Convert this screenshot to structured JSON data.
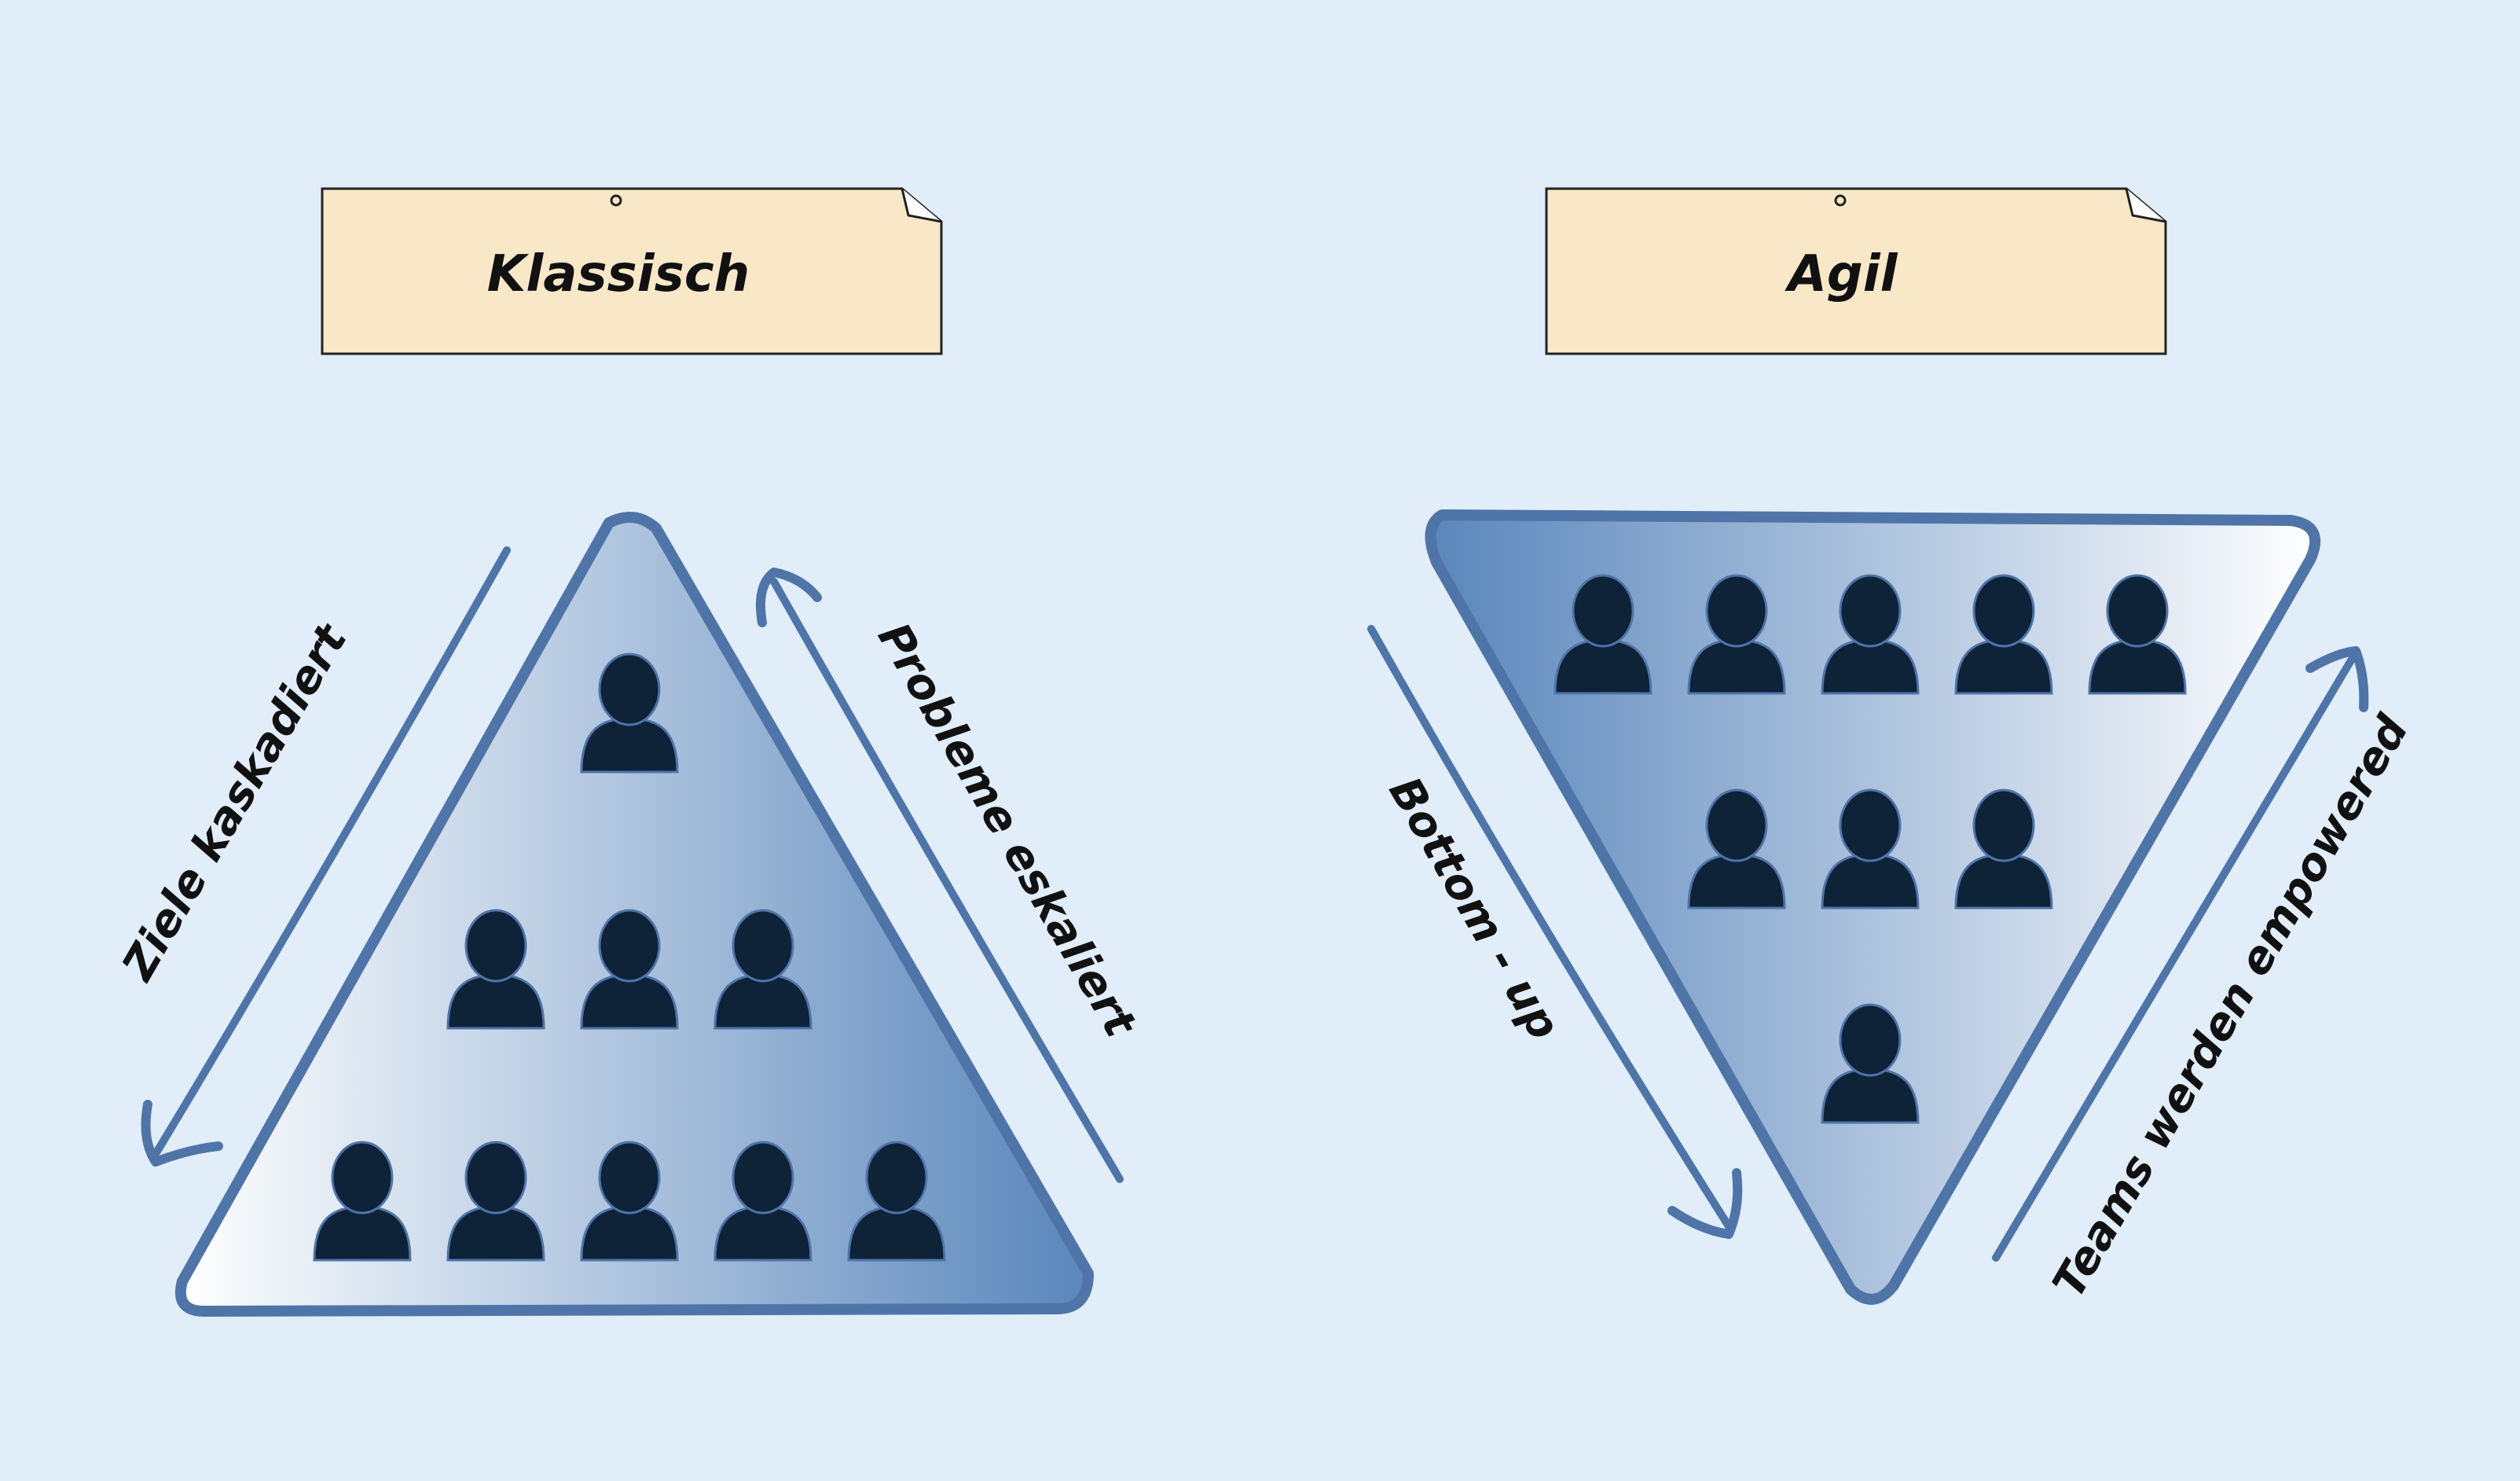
{
  "colors": {
    "background": "#e1edf9",
    "note_fill": "#f8e8c8",
    "triangle_stroke": "#4f74a8",
    "gradient_dark": "#5a86bb",
    "gradient_light": "#ffffff",
    "person": "#0e2238"
  },
  "icons": {
    "person": "person-icon",
    "pin": "pin-icon"
  },
  "left": {
    "label": "Klassisch",
    "left_arrow_text": "Ziele kaskadiert",
    "right_arrow_text": "Probleme eskaliert",
    "rows": [
      1,
      3,
      5
    ]
  },
  "right": {
    "label": "Agil",
    "left_arrow_text": "Bottom - up",
    "right_arrow_text": "Teams werden empowered",
    "rows": [
      5,
      3,
      1
    ]
  }
}
